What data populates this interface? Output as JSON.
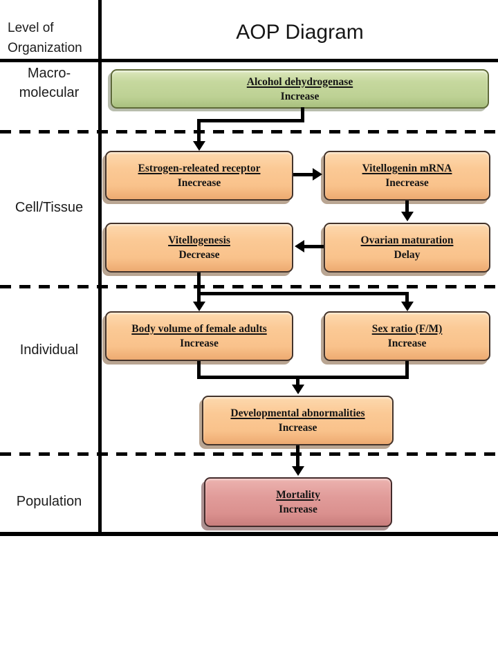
{
  "header": {
    "left_title_line1": "Level of",
    "left_title_line2": "Organization",
    "right_title": "AOP Diagram"
  },
  "levels": [
    {
      "name": "macro-molecular",
      "line1": "Macro-",
      "line2": "molecular"
    },
    {
      "name": "cell-tissue",
      "label": "Cell/Tissue"
    },
    {
      "name": "individual",
      "label": "Individual"
    },
    {
      "name": "population",
      "label": "Population"
    }
  ],
  "nodes": [
    {
      "title": "Alcohol dehydrogenase",
      "change": "Increase",
      "level": "Macro-molecular",
      "fill": "#c3d69b"
    },
    {
      "title": "Estrogen-releated receptor",
      "change": "Inecrease",
      "level": "Cell/Tissue",
      "fill": "#fac090"
    },
    {
      "title": "Vitellogenin mRNA",
      "change": "Inecrease",
      "level": "Cell/Tissue",
      "fill": "#fac090"
    },
    {
      "title": "Vitellogenesis",
      "change": "Decrease",
      "level": "Cell/Tissue",
      "fill": "#fac090"
    },
    {
      "title": "Ovarian maturation",
      "change": "Delay",
      "level": "Cell/Tissue",
      "fill": "#fac090"
    },
    {
      "title": "Body volume of female adults",
      "change": "Increase",
      "level": "Individual",
      "fill": "#fac090"
    },
    {
      "title": "Sex ratio (F/M)",
      "change": "Increase",
      "level": "Individual",
      "fill": "#fac090"
    },
    {
      "title": "Developmental abnormalities",
      "change": "Increase",
      "level": "Individual",
      "fill": "#fac090"
    },
    {
      "title": "Mortality",
      "change": "Increase",
      "level": "Population",
      "fill": "#d99795"
    }
  ],
  "edges": [
    {
      "from": "Alcohol dehydrogenase",
      "to": "Estrogen-releated receptor"
    },
    {
      "from": "Estrogen-releated receptor",
      "to": "Vitellogenin mRNA"
    },
    {
      "from": "Vitellogenin mRNA",
      "to": "Ovarian maturation"
    },
    {
      "from": "Ovarian maturation",
      "to": "Vitellogenesis"
    },
    {
      "from": "Vitellogenesis",
      "to": "Body volume of female adults"
    },
    {
      "from": "Vitellogenesis",
      "to": "Sex ratio (F/M)"
    },
    {
      "from": "Body volume of female adults",
      "to": "Developmental abnormalities"
    },
    {
      "from": "Sex ratio (F/M)",
      "to": "Developmental abnormalities"
    },
    {
      "from": "Developmental abnormalities",
      "to": "Mortality"
    }
  ],
  "colors": {
    "line": "#000000",
    "green_fill": "#c3d69b",
    "orange_fill": "#fac090",
    "pink_fill": "#d99795"
  }
}
